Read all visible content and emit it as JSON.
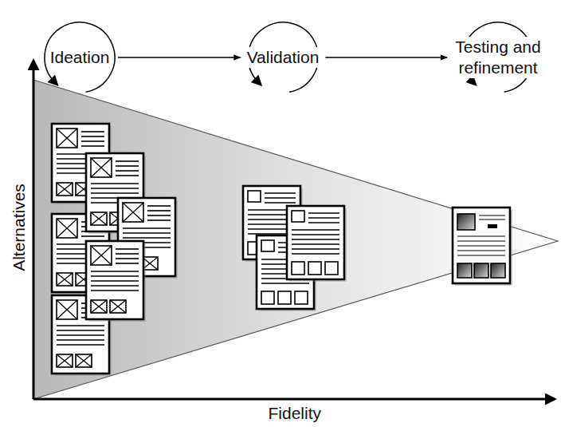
{
  "diagram": {
    "nodes": [
      {
        "text": [
          "Ideation"
        ]
      },
      {
        "text": [
          "Validation"
        ]
      },
      {
        "text": [
          "Testing and refinement"
        ]
      }
    ],
    "edges": [
      {
        "from": 0,
        "to": 1,
        "arrow": "to"
      },
      {
        "from": 1,
        "to": 2,
        "arrow": "to"
      }
    ],
    "labels": [
      "Alternatives",
      "Fidelity"
    ]
  }
}
